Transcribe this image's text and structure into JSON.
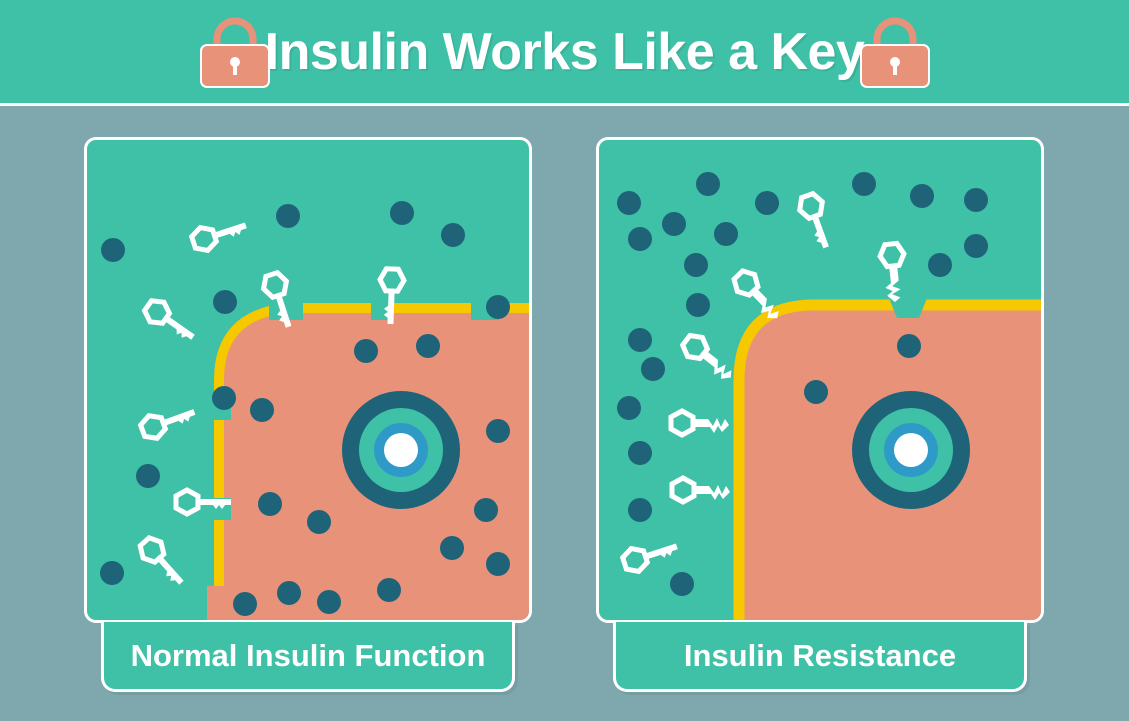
{
  "header": {
    "title": "Insulin Works Like a Key",
    "left_icon": "padlock-icon",
    "right_icon": "padlock-icon"
  },
  "panels": [
    {
      "caption": "Normal Insulin Function"
    },
    {
      "caption": "Insulin Resistance"
    }
  ],
  "colors": {
    "teal": "#3fc1a8",
    "background": "#7ea8ad",
    "cell": "#e8927a",
    "membrane": "#f5c800",
    "glucose": "#1e6378",
    "padlock": "#e8927a",
    "key": "#ffffff"
  }
}
